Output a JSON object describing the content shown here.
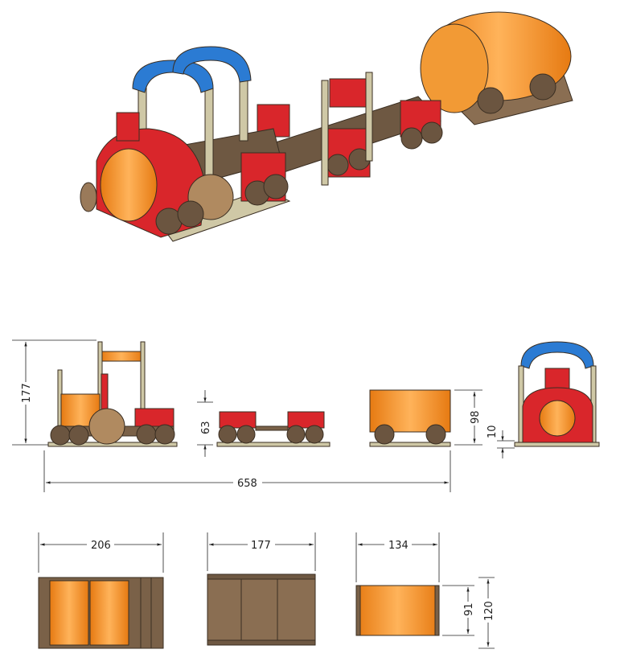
{
  "colors": {
    "orange": "#f08a1e",
    "red": "#d9262b",
    "blue": "#2b7bd3",
    "wood": "#7a6148",
    "post": "#cfc8a6",
    "wheel": "#6b5540"
  },
  "dimensions": {
    "overall_height": "177",
    "wagon_height": "63",
    "tender_height": "98",
    "ground_clearance": "10",
    "overall_length": "658",
    "loco_length": "206",
    "wagon_length": "177",
    "tender_length": "134",
    "drum_width": "91",
    "overall_width": "120"
  }
}
